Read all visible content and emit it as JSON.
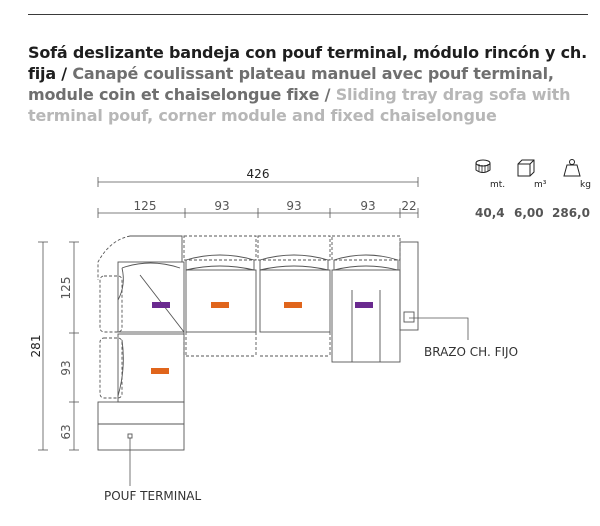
{
  "title": {
    "spanish": "Sofá deslizante bandeja con pouf terminal, módulo rincón y ch. fija /",
    "french": "Canapé coulissant plateau manuel avec pouf terminal, module coin et chaiselongue fixe /",
    "english": "Sliding tray drag sofa with terminal pouf, corner module and fixed chaiselongue"
  },
  "specs": [
    {
      "icon": "tape-measure-icon",
      "unit": "mt.",
      "value": "40,4"
    },
    {
      "icon": "cube-icon",
      "unit": "m³",
      "value": "6,00"
    },
    {
      "icon": "weight-icon",
      "unit": "kg",
      "value": "286,0"
    }
  ],
  "dimensions": {
    "total_width": "426",
    "segments": [
      "125",
      "93",
      "93",
      "93",
      "22"
    ],
    "total_depth": "281",
    "depth_segments": [
      "125",
      "93",
      "63"
    ]
  },
  "labels": {
    "fixed_arm": "BRAZO CH. FIJO",
    "terminal_pouf": "POUF TERMINAL"
  },
  "colors": {
    "purple": "#6a2a8f",
    "orange": "#e0651c",
    "line": "#555555"
  }
}
